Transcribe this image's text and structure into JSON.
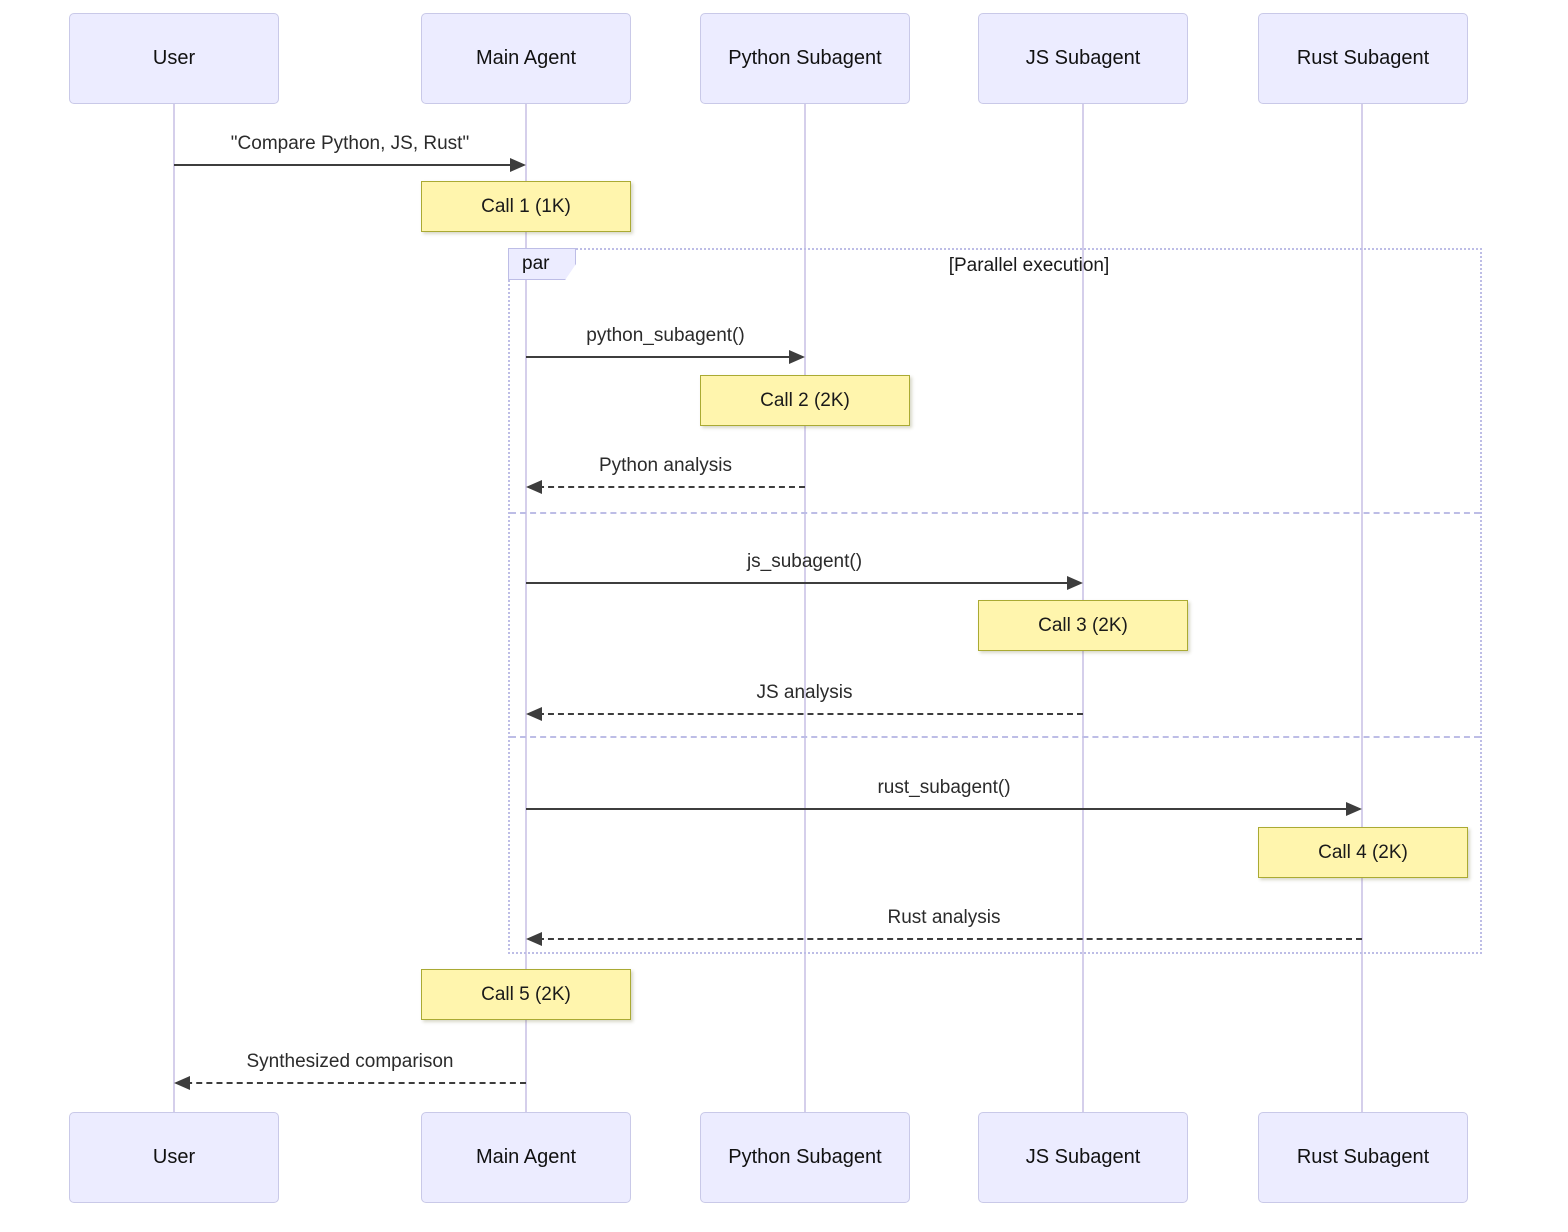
{
  "diagram_type": "sequence",
  "actors": [
    {
      "id": "user",
      "label": "User"
    },
    {
      "id": "main-agent",
      "label": "Main Agent"
    },
    {
      "id": "python-subagent",
      "label": "Python Subagent"
    },
    {
      "id": "js-subagent",
      "label": "JS Subagent"
    },
    {
      "id": "rust-subagent",
      "label": "Rust Subagent"
    }
  ],
  "par": {
    "label": "par",
    "title": "[Parallel execution]"
  },
  "messages": [
    {
      "from": "User",
      "to": "Main Agent",
      "label": "\"Compare Python, JS, Rust\"",
      "line": "solid"
    },
    {
      "from": "Main Agent",
      "to": "Python Subagent",
      "label": "python_subagent()",
      "line": "solid"
    },
    {
      "from": "Python Subagent",
      "to": "Main Agent",
      "label": "Python analysis",
      "line": "dashed"
    },
    {
      "from": "Main Agent",
      "to": "JS Subagent",
      "label": "js_subagent()",
      "line": "solid"
    },
    {
      "from": "JS Subagent",
      "to": "Main Agent",
      "label": "JS analysis",
      "line": "dashed"
    },
    {
      "from": "Main Agent",
      "to": "Rust Subagent",
      "label": "rust_subagent()",
      "line": "solid"
    },
    {
      "from": "Rust Subagent",
      "to": "Main Agent",
      "label": "Rust analysis",
      "line": "dashed"
    },
    {
      "from": "Main Agent",
      "to": "User",
      "label": "Synthesized comparison",
      "line": "dashed"
    }
  ],
  "notes": [
    {
      "over": "Main Agent",
      "label": "Call 1 (1K)"
    },
    {
      "over": "Python Subagent",
      "label": "Call 2 (2K)"
    },
    {
      "over": "JS Subagent",
      "label": "Call 3 (2K)"
    },
    {
      "over": "Rust Subagent",
      "label": "Call 4 (2K)"
    },
    {
      "over": "Main Agent",
      "label": "Call 5 (2K)"
    }
  ],
  "colors": {
    "actor_fill": "#ECECFF",
    "actor_border": "#c9c9e8",
    "lifeline": "#d5cfeb",
    "note_fill": "#FFF5AD",
    "note_border": "#AAAA33",
    "frame_border": "#bdbde6",
    "message_text": "#2b2b2b",
    "arrow": "#3d3d3d"
  }
}
